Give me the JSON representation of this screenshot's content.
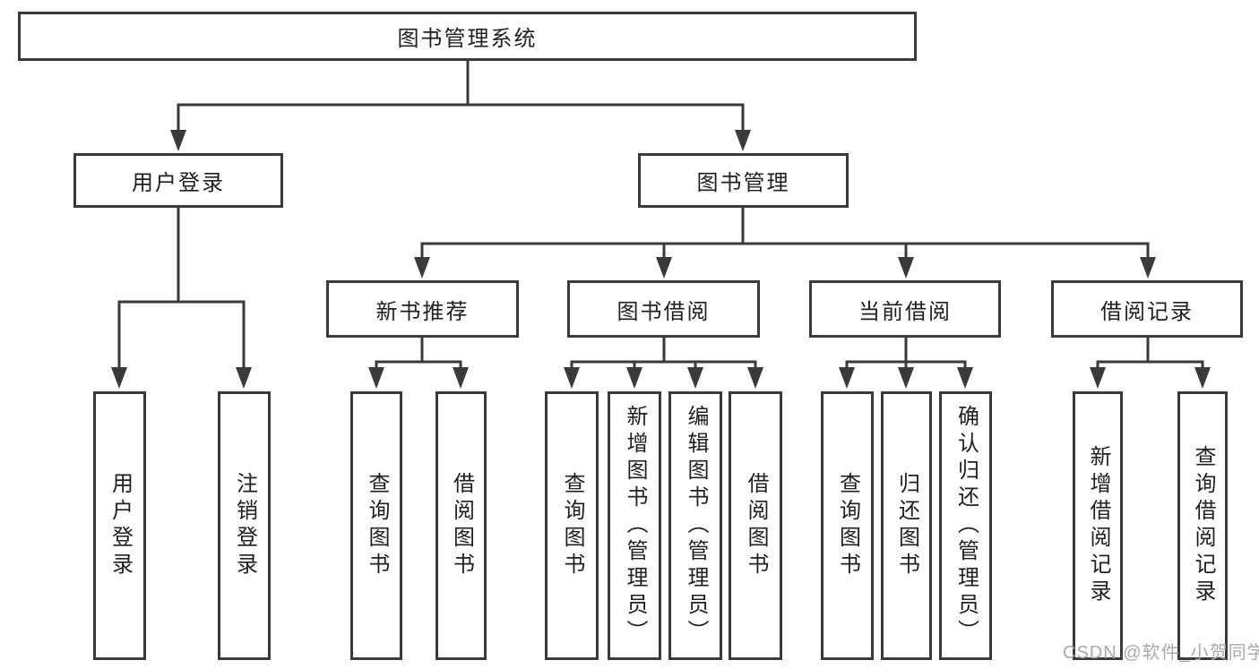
{
  "nodes": {
    "root": "图书管理系统",
    "level2": [
      "用户登录",
      "图书管理"
    ],
    "level3": [
      "新书推荐",
      "图书借阅",
      "当前借阅",
      "借阅记录"
    ],
    "user_login_children": [
      "用户登录",
      "注销登录"
    ],
    "new_books_children": [
      "查询图书",
      "借阅图书"
    ],
    "book_borrow_children": [
      "查询图书",
      "新增图书（管理员）",
      "编辑图书（管理员）",
      "借阅图书"
    ],
    "current_borrow_children": [
      "查询图书",
      "归还图书",
      "确认归还（管理员）"
    ],
    "borrow_records_children": [
      "新增借阅记录",
      "查询借阅记录"
    ]
  },
  "watermark": {
    "text": "CSDN @软件_小贺同学"
  },
  "colors": {
    "line": "#3a3a3a",
    "text": "#1f1f1f",
    "watermark": "#a9a9a9",
    "background": "#ffffff"
  }
}
